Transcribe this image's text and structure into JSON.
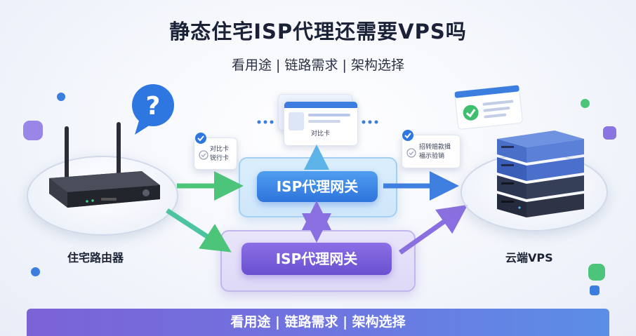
{
  "title": "静态住宅ISP代理还需要VPS吗",
  "subtitle": "看用途 | 链路需求 | 架构选择",
  "nodes": {
    "router_label": "住宅路由器",
    "gateway_top_label": "ISP代理网关",
    "gateway_bottom_label": "ISP代理网关",
    "vps_label": "云端VPS"
  },
  "cards": {
    "browser_card_text": "对比卡",
    "left_card_line1": "对比卡",
    "left_card_line2": "锐行卡",
    "right_card_line1": "招转赔款揖",
    "right_card_line2": "福示验销"
  },
  "bottom_banner": "看用途 | 链路需求 | 架构选择",
  "colors": {
    "green_arrow": "#4cc47a",
    "blue_arrow": "#3f7fe0",
    "purple_arrow": "#8a6fe0",
    "gateway_blue": "#3b86e3",
    "gateway_purple": "#7458d4"
  }
}
